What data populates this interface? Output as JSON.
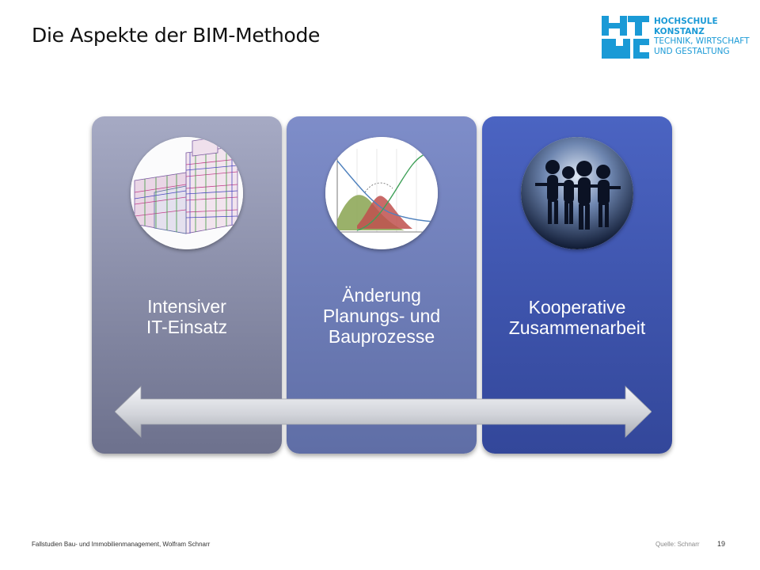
{
  "slide": {
    "title": "Die Aspekte der BIM-Methode"
  },
  "logo": {
    "line1": "HOCHSCHULE",
    "line2": "KONSTANZ",
    "line3": "TECHNIK, WIRTSCHAFT",
    "line4": "UND GESTALTUNG",
    "color": "#1a9ad6"
  },
  "columns": [
    {
      "label_line1": "Intensiver",
      "label_line2": "IT-Einsatz",
      "image": "building-model-image"
    },
    {
      "label_line1": "Änderung",
      "label_line2": "Planungs- und",
      "label_line3": "Bauprozesse",
      "image": "effort-curve-image"
    },
    {
      "label_line1": "Kooperative",
      "label_line2": "Zusammenarbeit",
      "image": "people-chain-image"
    }
  ],
  "arrow": {
    "icon": "double-arrow-icon"
  },
  "footer": {
    "left": "Fallstudien Bau- und Immobilienmanagement, Wolfram Schnarr",
    "source": "Quelle: Schnarr",
    "page": "19"
  }
}
